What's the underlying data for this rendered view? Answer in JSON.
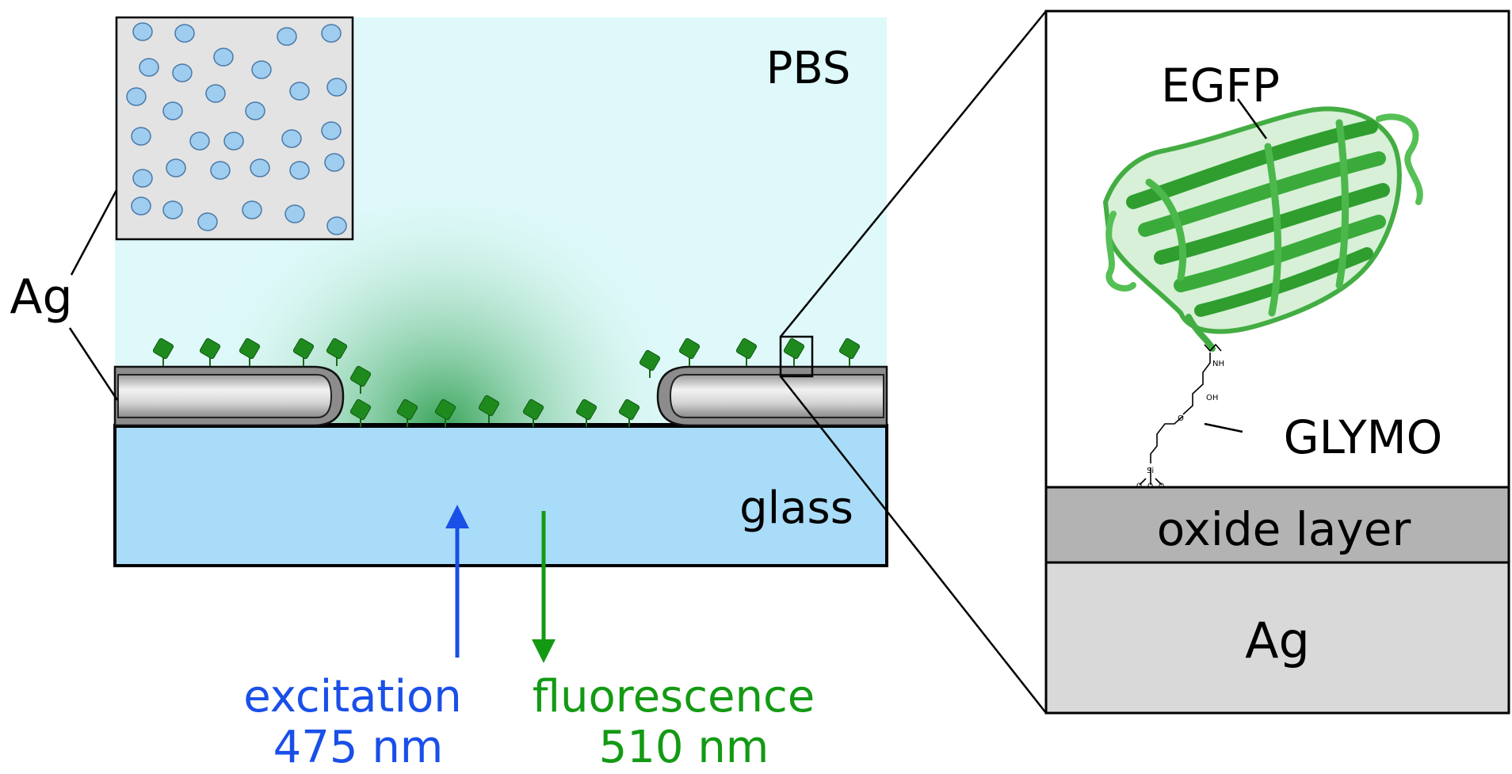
{
  "labels": {
    "pbs": "PBS",
    "ag_left": "Ag",
    "glass": "glass",
    "egfp": "EGFP",
    "glymo": "GLYMO",
    "oxide_layer": "oxide layer",
    "ag_right": "Ag",
    "excitation": "excitation",
    "excitation_wavelength": "475 nm",
    "fluorescence": "fluorescence",
    "fluorescence_wavelength": "510 nm"
  },
  "chemistry": {
    "nh": "NH",
    "oh": "OH",
    "o": "O",
    "si": "Si",
    "o1": "O",
    "o2": "O",
    "o3": "O"
  },
  "colors": {
    "pbs_background": "#dff9fb",
    "glass_fill": "#a9dcf8",
    "silver_light": "#d8d8d8",
    "silver_shell": "#8c8c8c",
    "protein_green": "#2f9e2f",
    "excitation_blue": "#1a4fe8",
    "fluorescence_green": "#139a13",
    "oxide_gray": "#b3b3b3",
    "ag_gray": "#d9d9d9",
    "inset_gray": "#e3e3e3",
    "nanohole_blue": "#9fcdf0"
  }
}
